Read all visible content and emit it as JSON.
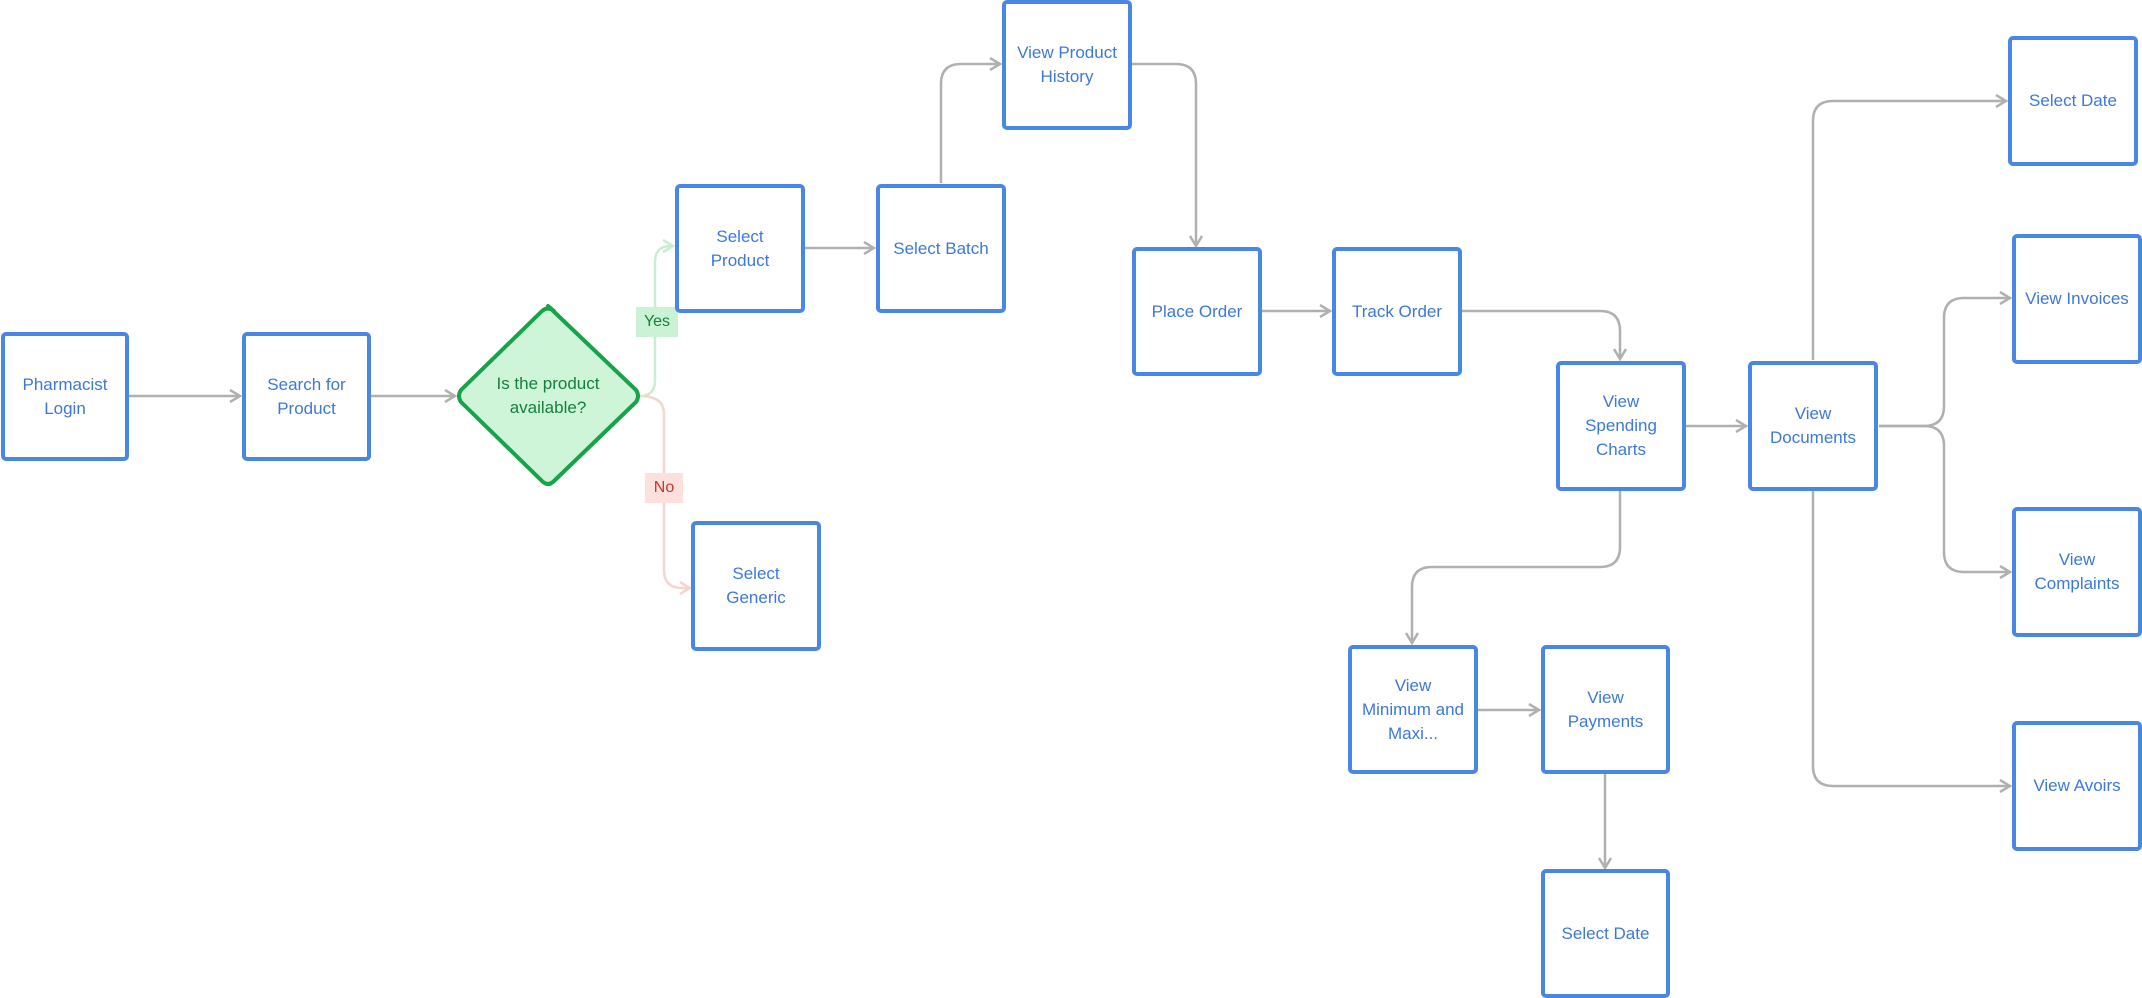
{
  "colors": {
    "node_border": "#4a86e4",
    "node_text": "#3c78dc",
    "edge": "#b0b0b0",
    "decision_fill": "#cff5d8",
    "decision_border": "#16a34a",
    "yes_edge": "#c8eecf",
    "no_edge": "#f6d4d0"
  },
  "nodes": {
    "pharmacist_login": "Pharmacist Login",
    "search_product": "Search for Product",
    "decision": "Is the product available?",
    "select_product": "Select Product",
    "select_generic": "Select Generic",
    "select_batch": "Select Batch",
    "view_product_history": "View Product History",
    "place_order": "Place Order",
    "track_order": "Track Order",
    "view_spending_charts": "View Spending Charts",
    "view_documents": "View Documents",
    "select_date_top": "Select Date",
    "view_invoices": "View Invoices",
    "view_complaints": "View Complaints",
    "view_avoirs": "View Avoirs",
    "view_min_max": "View Minimum and Maxi...",
    "view_payments": "View Payments",
    "select_date_bottom": "Select Date"
  },
  "edge_labels": {
    "yes": "Yes",
    "no": "No"
  }
}
